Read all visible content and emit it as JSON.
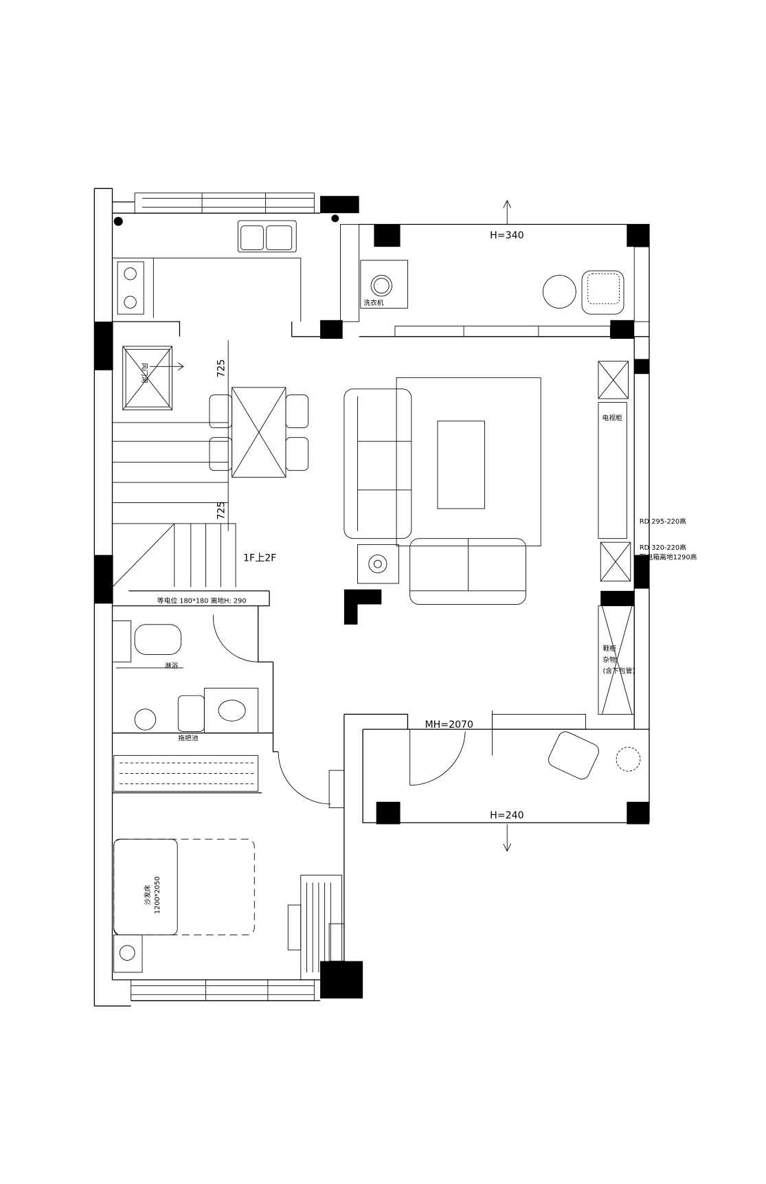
{
  "plan": {
    "labels": {
      "balcony_top_height": "H=340",
      "balcony_bottom_height": "H=240",
      "door_height": "MH=2070",
      "dim_upper": "725",
      "dim_lower": "725",
      "stair_note": "1F上2F",
      "washing_machine": "洗衣机",
      "tv_cabinet": "电视柜",
      "rd1": "RD 295-220高",
      "rd2": "RD 320-220高",
      "electric_box": "强电箱离地1290高",
      "equipotential": "等电位 180*180 离地H: 290",
      "shoe_cabinet_1": "鞋柜",
      "shoe_cabinet_2": "杂物",
      "shoe_cabinet_3": "(含下包管)",
      "mop_pool": "拖把池",
      "shower": "淋浴",
      "sofa_bed": "沙发床",
      "sofa_bed_size": "1200*2050",
      "air_shaft": "风门洞"
    }
  }
}
